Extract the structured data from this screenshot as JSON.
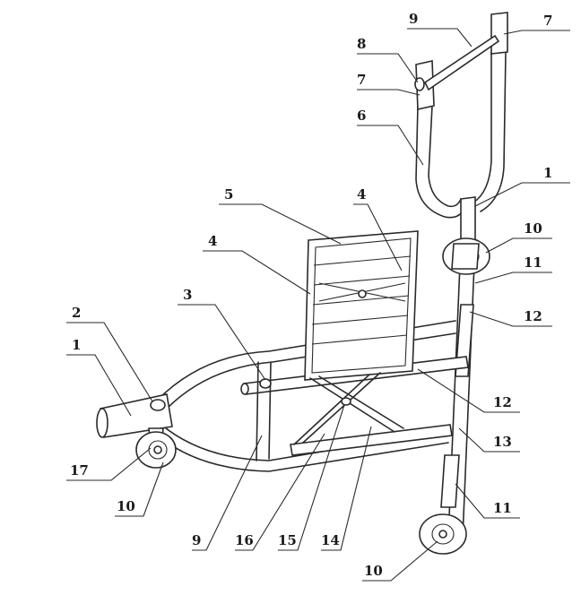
{
  "labels": [
    {
      "id": "label-9-top",
      "text": "9"
    },
    {
      "id": "label-7-top",
      "text": "7"
    },
    {
      "id": "label-8",
      "text": "8"
    },
    {
      "id": "label-7-left",
      "text": "7"
    },
    {
      "id": "label-6",
      "text": "6"
    },
    {
      "id": "label-1-top",
      "text": "1"
    },
    {
      "id": "label-5",
      "text": "5"
    },
    {
      "id": "label-4-right",
      "text": "4"
    },
    {
      "id": "label-4-left",
      "text": "4"
    },
    {
      "id": "label-10-right",
      "text": "10"
    },
    {
      "id": "label-11-upper",
      "text": "11"
    },
    {
      "id": "label-3",
      "text": "3"
    },
    {
      "id": "label-12-upper",
      "text": "12"
    },
    {
      "id": "label-2",
      "text": "2"
    },
    {
      "id": "label-1-left",
      "text": "1"
    },
    {
      "id": "label-12-lower",
      "text": "12"
    },
    {
      "id": "label-13",
      "text": "13"
    },
    {
      "id": "label-17",
      "text": "17"
    },
    {
      "id": "label-10-left",
      "text": "10"
    },
    {
      "id": "label-11-lower",
      "text": "11"
    },
    {
      "id": "label-9-bottom",
      "text": "9"
    },
    {
      "id": "label-16",
      "text": "16"
    },
    {
      "id": "label-15",
      "text": "15"
    },
    {
      "id": "label-14",
      "text": "14"
    },
    {
      "id": "label-10-bottom",
      "text": "10"
    }
  ]
}
